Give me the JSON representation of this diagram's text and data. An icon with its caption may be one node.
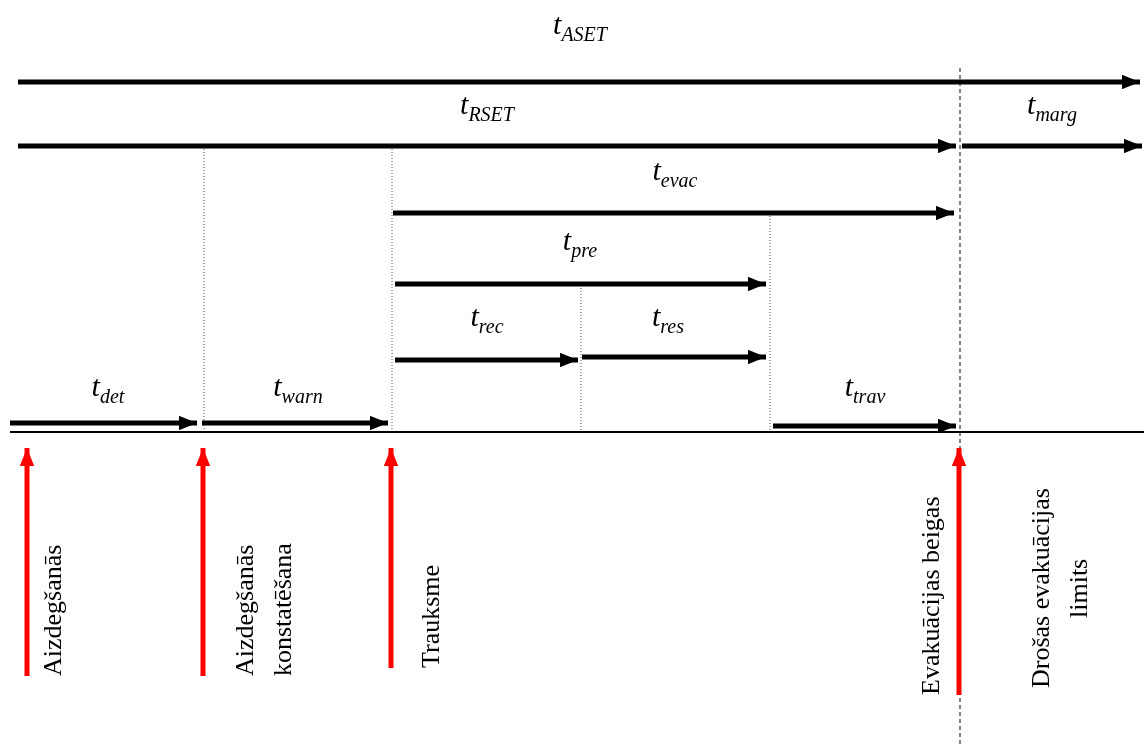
{
  "diagram": {
    "nodes": [
      {
        "text": [
          "Aizdegšanās"
        ]
      },
      {
        "text": [
          "Aizdegšanās konstatēšana"
        ]
      },
      {
        "text": [
          "Trauksme"
        ]
      },
      {
        "text": [
          "Evakuācijas beigas"
        ]
      },
      {
        "text": [
          "Drošas evakuācijas limits"
        ]
      }
    ],
    "edges": [
      {
        "from": 0,
        "to": null,
        "arrow": "to"
      },
      {
        "from": 1,
        "to": null,
        "arrow": "to"
      },
      {
        "from": 2,
        "to": null,
        "arrow": "to"
      },
      {
        "from": 3,
        "to": null,
        "arrow": "to"
      }
    ],
    "labels": [
      "t$_{ASET}$",
      "t$_{RSET}$",
      "t$_{marg}$",
      "t$_{evac}$",
      "t$_{pre}$",
      "t$_{rec}$",
      "t$_{res}$",
      "t$_{det}$",
      "t$_{warn}$",
      "t$_{trav}$"
    ]
  }
}
